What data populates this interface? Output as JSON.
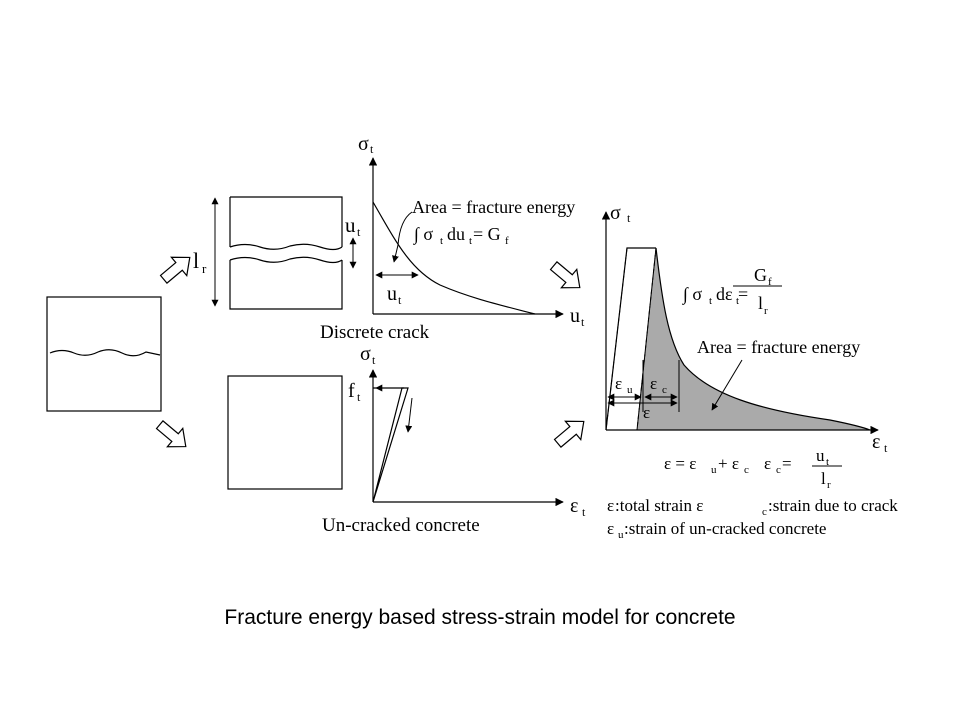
{
  "caption": "Fracture energy based stress-strain model for concrete",
  "labels": {
    "length": "l",
    "length_sub": "r",
    "disp_right": "u",
    "disp_right_sub": "t",
    "stress_axis_top": "σ",
    "stress_axis_top_sub": "t",
    "disp_axis": "u",
    "disp_axis_sub": "t",
    "disp_arrow": "u",
    "disp_arrow_sub": "t",
    "area_top": "Area = fracture energy",
    "integral_top_pre": "∫ σ",
    "integral_top_mid": "du",
    "integral_top_eq": " = G",
    "integral_top_sub_t": "t",
    "integral_top_sub_f": "f",
    "discrete_crack": "Discrete crack",
    "stress_axis_mid": "σ",
    "stress_axis_mid_sub": "t",
    "ft": "f",
    "ft_sub": "t",
    "strain_axis_mid": "ε",
    "strain_axis_mid_sub": "t",
    "uncracked": "Un-cracked concrete",
    "stress_axis_right": "σ",
    "stress_axis_right_sub": "t",
    "integral_right_pre": "∫ σ",
    "integral_right_mid": "dε",
    "integral_right_eq": " =",
    "integral_right_sub_t": "t",
    "gf_num": "G",
    "gf_num_sub": "f",
    "gf_den": "l",
    "gf_den_sub": "r",
    "area_right": "Area = fracture energy",
    "eps_u": "ε",
    "eps_u_sub": "u",
    "eps_c": "ε",
    "eps_c_sub": "c",
    "eps_total": "ε",
    "strain_axis_right": "ε",
    "strain_axis_right_sub": "t",
    "eq1": "ε = ε",
    "eq1_sub_u": "u",
    "eq1_plus": " + ε",
    "eq1_sub_c": "c",
    "eq2_pre": "ε",
    "eq2_sub_c": "c",
    "eq2_eq": " =",
    "eq2_num": "u",
    "eq2_num_sub": "t",
    "eq2_den": "l",
    "eq2_den_sub": "r",
    "legend1_sym": "ε",
    "legend1_text": " :total strain  ε",
    "legend1_sub": "c",
    "legend1_text2": " :strain due to crack",
    "legend2_sym": "ε",
    "legend2_sub": "u",
    "legend2_text": " :strain of un-cracked concrete"
  },
  "colors": {
    "shade": "#aaaaaa",
    "ink": "#000000"
  }
}
